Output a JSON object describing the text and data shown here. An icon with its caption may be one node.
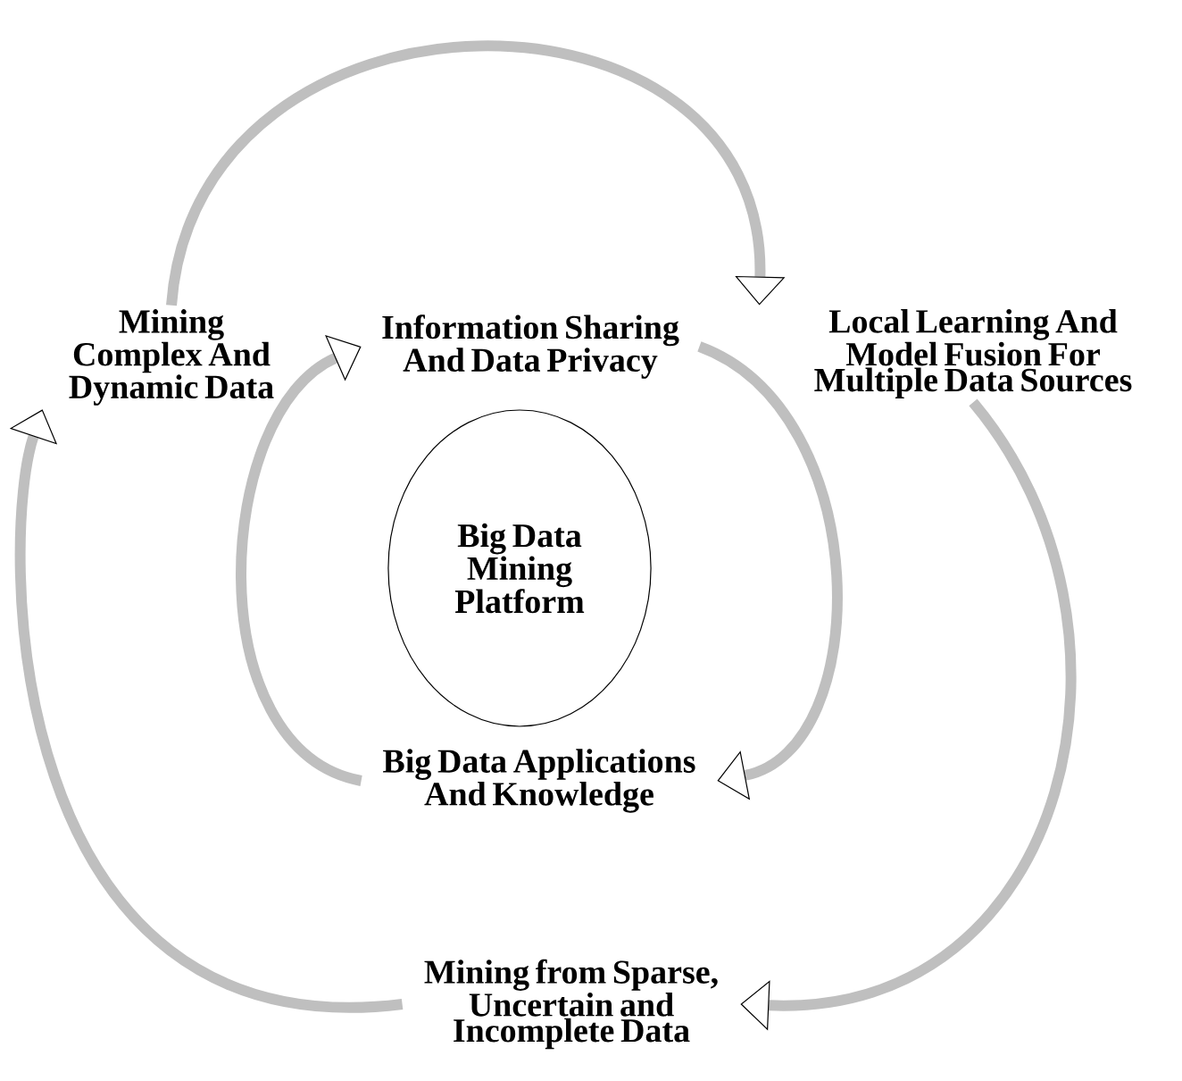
{
  "diagram": {
    "nodes": [
      {
        "text": [
          "Mining Complex And Dynamic Data"
        ]
      },
      {
        "text": [
          "Information Sharing And Data Privacy"
        ]
      },
      {
        "text": [
          "Local Learning And Model Fusion For Multiple Data Sources"
        ]
      },
      {
        "text": [
          "Big Data Mining Platform"
        ]
      },
      {
        "text": [
          "Big Data Applications And Knowledge"
        ]
      },
      {
        "text": [
          "Mining from Sparse, Uncertain and Incomplete Data"
        ]
      }
    ],
    "edges": [
      {
        "from": 0,
        "to": 2,
        "arrow": "to"
      },
      {
        "from": 2,
        "to": 5,
        "arrow": "to"
      },
      {
        "from": 5,
        "to": 0,
        "arrow": "to"
      },
      {
        "from": 1,
        "to": 4,
        "arrow": "to"
      },
      {
        "from": 4,
        "to": 1,
        "arrow": "to"
      }
    ]
  }
}
